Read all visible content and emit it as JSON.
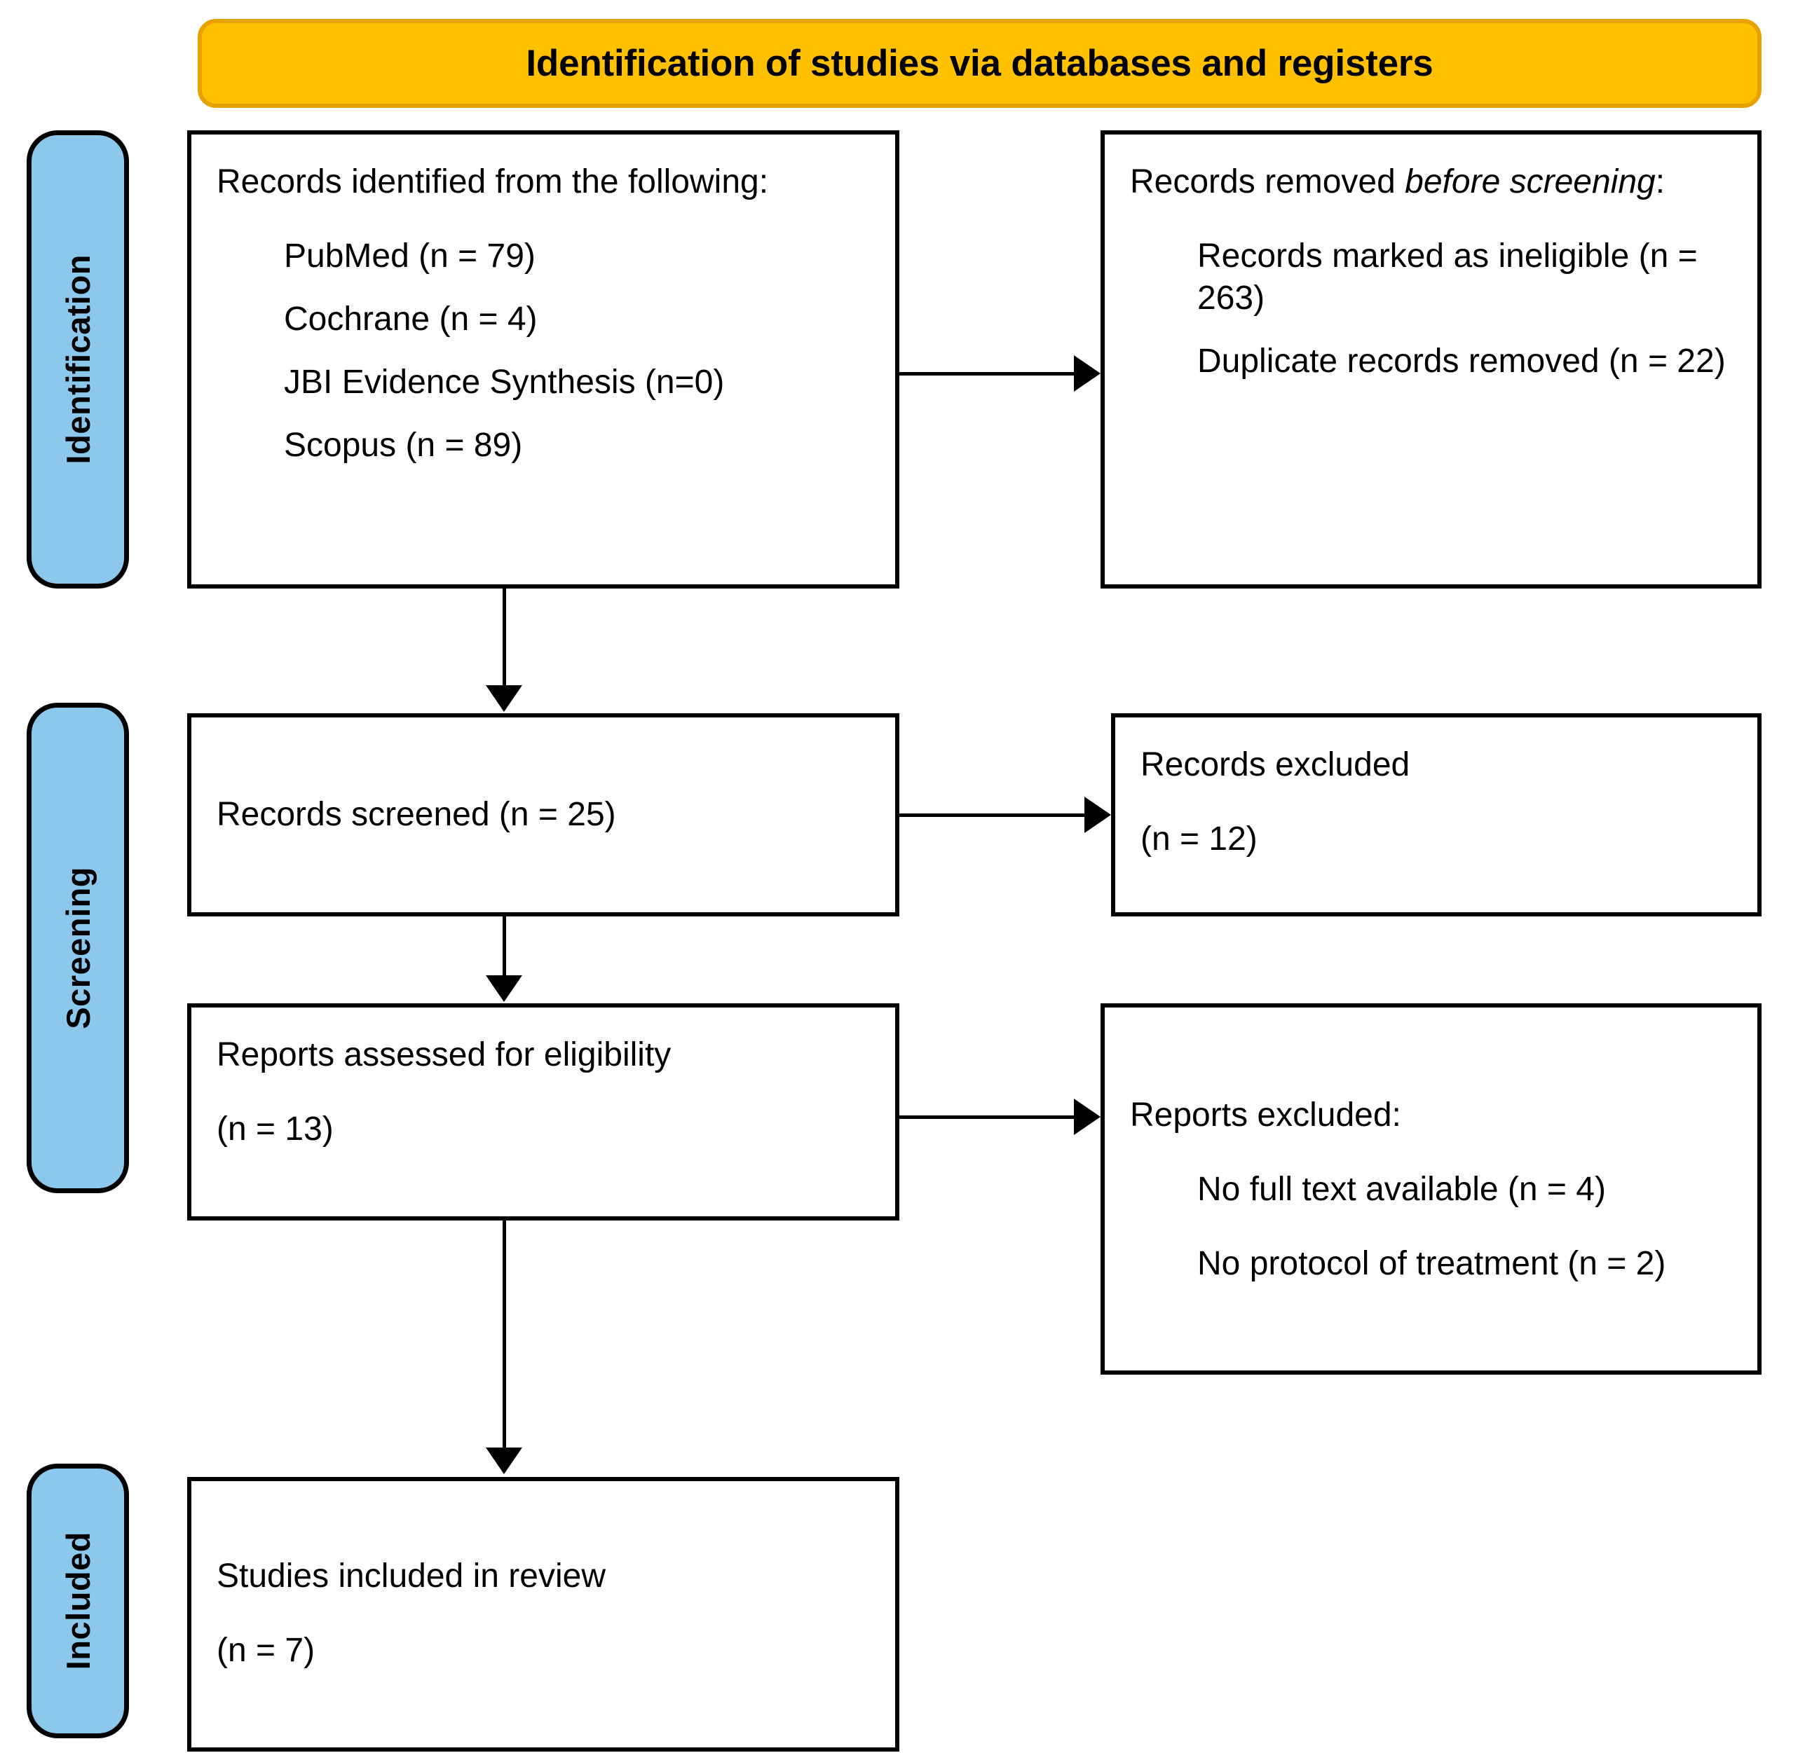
{
  "banner": {
    "title": "Identification of studies via databases and registers",
    "bg_color": "#FFC000"
  },
  "stages": [
    {
      "id": "identification",
      "label": "Identification",
      "bg_color": "#8CC7EC"
    },
    {
      "id": "screening",
      "label": "Screening",
      "bg_color": "#8CC7EC"
    },
    {
      "id": "included",
      "label": "Included",
      "bg_color": "#8CC7EC"
    }
  ],
  "boxes": {
    "identified": {
      "heading": "Records identified from the following:",
      "items": [
        "PubMed (n = 79)",
        "Cochrane (n = 4)",
        "JBI Evidence Synthesis (n=0)",
        "Scopus (n = 89)"
      ]
    },
    "removed": {
      "heading_pre": "Records removed ",
      "heading_em": "before screening",
      "heading_post": ":",
      "items": [
        "Records marked as ineligible (n = 263)",
        "Duplicate records removed (n = 22)"
      ]
    },
    "screened": {
      "text": "Records screened (n = 25)"
    },
    "records_excluded": {
      "heading": "Records excluded",
      "count": "(n = 12)"
    },
    "eligibility": {
      "heading": "Reports assessed for eligibility",
      "count": "(n = 13)"
    },
    "reports_excluded": {
      "heading": "Reports excluded:",
      "items": [
        "No full text available (n = 4)",
        "No protocol of treatment (n = 2)"
      ]
    },
    "included": {
      "heading": "Studies included in review",
      "count": "(n = 7)"
    }
  },
  "chart_data": {
    "type": "diagram",
    "title": "Identification of studies via databases and registers",
    "diagram_kind": "PRISMA flow diagram",
    "stages": [
      "Identification",
      "Screening",
      "Included"
    ],
    "nodes": [
      {
        "id": "identified",
        "stage": "Identification",
        "label": "Records identified from the following:",
        "values": {
          "PubMed": 79,
          "Cochrane": 4,
          "JBI Evidence Synthesis": 0,
          "Scopus": 89
        }
      },
      {
        "id": "removed",
        "stage": "Identification",
        "label": "Records removed before screening:",
        "values": {
          "Records marked as ineligible": 263,
          "Duplicate records removed": 22
        }
      },
      {
        "id": "screened",
        "stage": "Screening",
        "label": "Records screened",
        "values": {
          "n": 25
        }
      },
      {
        "id": "records_excluded",
        "stage": "Screening",
        "label": "Records excluded",
        "values": {
          "n": 12
        }
      },
      {
        "id": "eligibility",
        "stage": "Screening",
        "label": "Reports assessed for eligibility",
        "values": {
          "n": 13
        }
      },
      {
        "id": "reports_excluded",
        "stage": "Screening",
        "label": "Reports excluded:",
        "values": {
          "No full text available": 4,
          "No protocol of treatment": 2
        }
      },
      {
        "id": "included",
        "stage": "Included",
        "label": "Studies included in review",
        "values": {
          "n": 7
        }
      }
    ],
    "edges": [
      {
        "from": "identified",
        "to": "removed",
        "direction": "right"
      },
      {
        "from": "identified",
        "to": "screened",
        "direction": "down"
      },
      {
        "from": "screened",
        "to": "records_excluded",
        "direction": "right"
      },
      {
        "from": "screened",
        "to": "eligibility",
        "direction": "down"
      },
      {
        "from": "eligibility",
        "to": "reports_excluded",
        "direction": "right"
      },
      {
        "from": "eligibility",
        "to": "included",
        "direction": "down"
      }
    ]
  }
}
